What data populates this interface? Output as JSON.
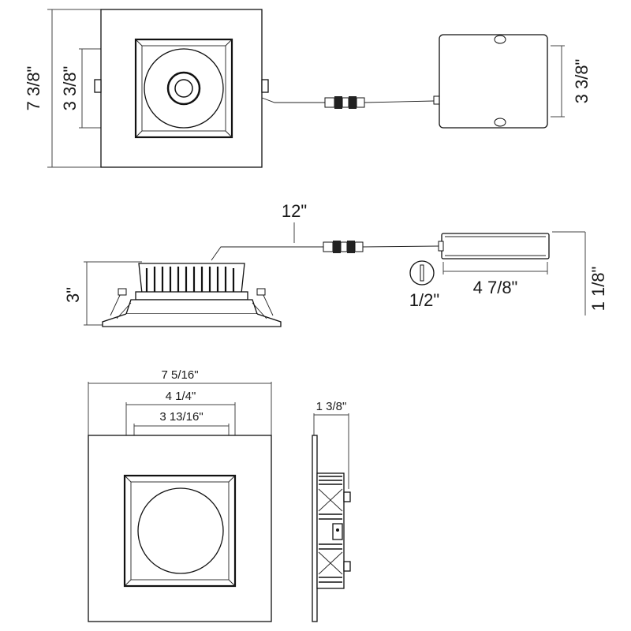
{
  "top_view": {
    "height_dim": "7 3/8\"",
    "aperture_dim": "3 3/8\"",
    "driver_height_dim": "3 3/8\""
  },
  "side_view": {
    "cable_length_dim": "12\"",
    "housing_height_dim": "3\"",
    "knockout_dim": "1/2\"",
    "driver_length_dim": "4 7/8\"",
    "driver_depth_dim": "1 1/8\""
  },
  "front_view": {
    "trim_width_dim": "7 5/16\"",
    "frame_width_dim": "4 1/4\"",
    "lens_width_dim": "3 13/16\"",
    "profile_depth_dim": "1 3/8\""
  }
}
